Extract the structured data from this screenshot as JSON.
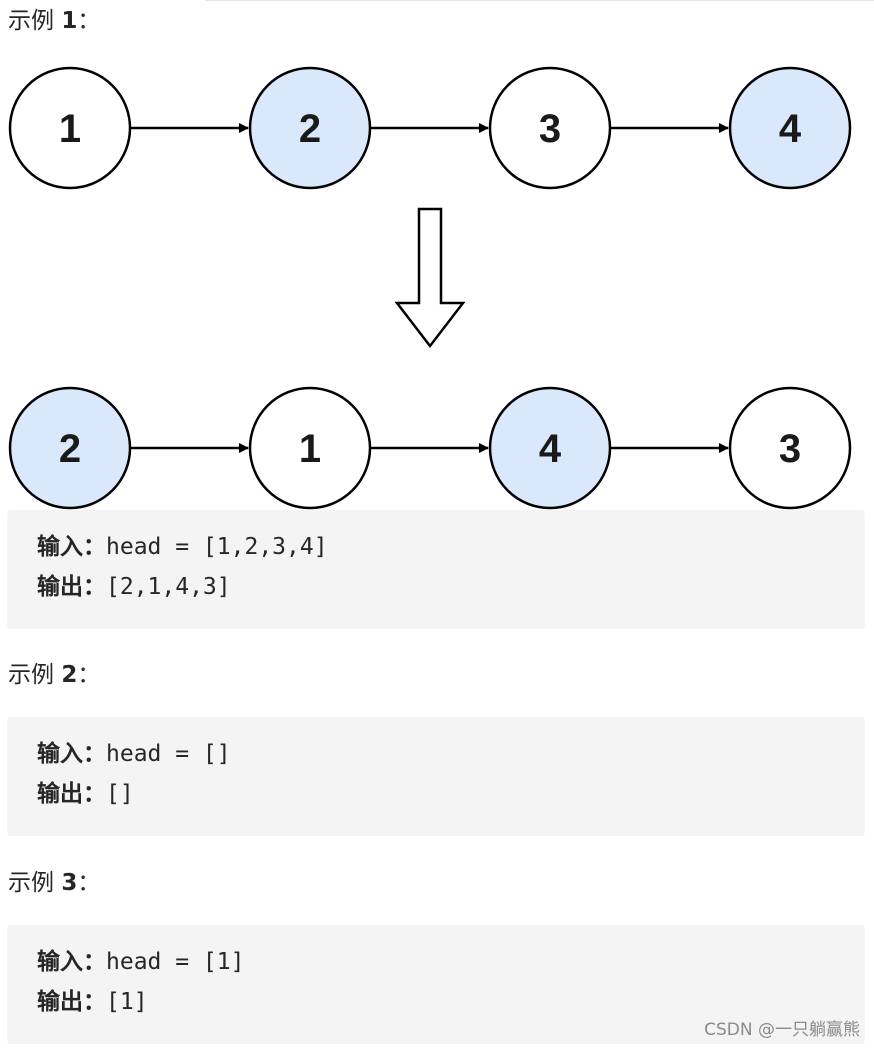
{
  "examples": [
    {
      "heading_prefix": "示例 ",
      "heading_number": "1",
      "heading_suffix": "：",
      "input_label": "输入：",
      "input_value": "head = [1,2,3,4]",
      "output_label": "输出：",
      "output_value": "[2,1,4,3]"
    },
    {
      "heading_prefix": "示例 ",
      "heading_number": "2",
      "heading_suffix": "：",
      "input_label": "输入：",
      "input_value": "head = []",
      "output_label": "输出：",
      "output_value": "[]"
    },
    {
      "heading_prefix": "示例 ",
      "heading_number": "3",
      "heading_suffix": "：",
      "input_label": "输入：",
      "input_value": "head = [1]",
      "output_label": "输出：",
      "output_value": "[1]"
    }
  ],
  "diagram": {
    "before_nodes": [
      {
        "label": "1",
        "highlighted": false
      },
      {
        "label": "2",
        "highlighted": true
      },
      {
        "label": "3",
        "highlighted": false
      },
      {
        "label": "4",
        "highlighted": true
      }
    ],
    "after_nodes": [
      {
        "label": "2",
        "highlighted": true
      },
      {
        "label": "1",
        "highlighted": false
      },
      {
        "label": "4",
        "highlighted": true
      },
      {
        "label": "3",
        "highlighted": false
      }
    ],
    "colors": {
      "highlight_fill": "#dae8fc",
      "plain_fill": "#ffffff",
      "stroke": "#000000"
    }
  },
  "watermark": "CSDN @一只躺赢熊"
}
